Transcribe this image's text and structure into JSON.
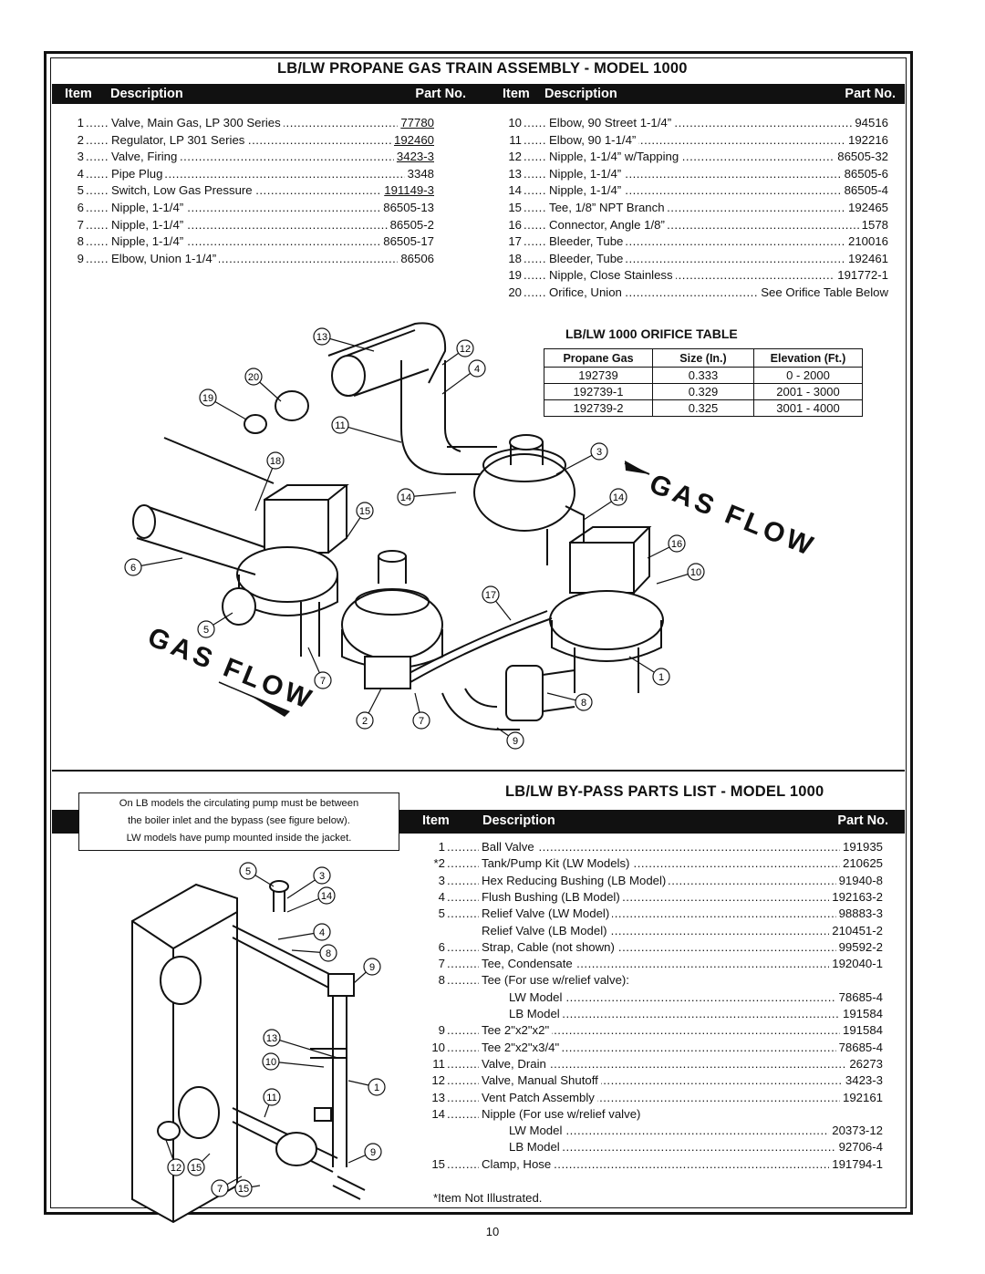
{
  "gas_train": {
    "title": "LB/LW PROPANE GAS TRAIN ASSEMBLY - MODEL 1000",
    "header": {
      "item": "Item",
      "description": "Description",
      "part": "Part No."
    },
    "left_items": [
      {
        "num": "1",
        "desc": "Valve, Main Gas, LP 300 Series",
        "part": "77780",
        "underline": true
      },
      {
        "num": "2",
        "desc": "Regulator, LP 301 Series",
        "part": "192460",
        "underline": true
      },
      {
        "num": "3",
        "desc": "Valve, Firing",
        "part": "3423-3",
        "underline": true
      },
      {
        "num": "4",
        "desc": "Pipe Plug",
        "part": "3348",
        "underline": false
      },
      {
        "num": "5",
        "desc": "Switch, Low Gas Pressure",
        "part": "191149-3",
        "underline": true
      },
      {
        "num": "6",
        "desc": "Nipple, 1-1/4”",
        "part": "86505-13",
        "underline": false
      },
      {
        "num": "7",
        "desc": "Nipple, 1-1/4”",
        "part": "86505-2",
        "underline": false
      },
      {
        "num": "8",
        "desc": "Nipple, 1-1/4”",
        "part": "86505-17",
        "underline": false
      },
      {
        "num": "9",
        "desc": "Elbow, Union 1-1/4”",
        "part": "86506",
        "underline": false
      }
    ],
    "right_items": [
      {
        "num": "10",
        "desc": "Elbow, 90 Street 1-1/4”",
        "part": "94516"
      },
      {
        "num": "11",
        "desc": "Elbow, 90 1-1/4”",
        "part": "192216"
      },
      {
        "num": "12",
        "desc": "Nipple, 1-1/4” w/Tapping",
        "part": "86505-32"
      },
      {
        "num": "13",
        "desc": "Nipple, 1-1/4”",
        "part": "86505-6"
      },
      {
        "num": "14",
        "desc": "Nipple, 1-1/4”",
        "part": "86505-4"
      },
      {
        "num": "15",
        "desc": "Tee, 1/8” NPT Branch",
        "part": "192465"
      },
      {
        "num": "16",
        "desc": "Connector, Angle 1/8”",
        "part": "1578"
      },
      {
        "num": "17",
        "desc": "Bleeder, Tube",
        "part": "210016"
      },
      {
        "num": "18",
        "desc": "Bleeder, Tube",
        "part": "192461"
      },
      {
        "num": "19",
        "desc": "Nipple, Close Stainless",
        "part": "191772-1"
      },
      {
        "num": "20",
        "desc": "Orifice, Union",
        "part": "See Orifice Table Below"
      }
    ]
  },
  "orifice_table": {
    "title": "LB/LW 1000 ORIFICE TABLE",
    "headers": [
      "Propane Gas",
      "Size (In.)",
      "Elevation (Ft.)"
    ],
    "rows": [
      [
        "192739",
        "0.333",
        "0 - 2000"
      ],
      [
        "192739-1",
        "0.329",
        "2001 - 3000"
      ],
      [
        "192739-2",
        "0.325",
        "3001 - 4000"
      ]
    ]
  },
  "gas_flow_label": "GAS FLOW",
  "gas_train_callouts": [
    "1",
    "2",
    "3",
    "4",
    "5",
    "6",
    "7",
    "8",
    "9",
    "10",
    "11",
    "12",
    "13",
    "14",
    "15",
    "16",
    "17",
    "18",
    "19",
    "20"
  ],
  "bypass": {
    "title": "LB/LW BY-PASS PARTS LIST - MODEL 1000",
    "header": {
      "item": "Item",
      "description": "Description",
      "part": "Part No."
    },
    "note": [
      "On LB models the circulating pump must be between",
      "the boiler inlet and the bypass (see figure below).",
      "LW models have pump mounted inside the jacket."
    ],
    "items": [
      {
        "num": "1",
        "desc": "Ball Valve",
        "part": "191935"
      },
      {
        "num": "*2",
        "desc": "Tank/Pump Kit (LW Models)",
        "part": "210625"
      },
      {
        "num": "3",
        "desc": "Hex Reducing Bushing (LB Model)",
        "part": "91940-8"
      },
      {
        "num": "4",
        "desc": "Flush Bushing (LB Model)",
        "part": "192163-2"
      },
      {
        "num": "5",
        "desc": "Relief Valve (LW Model)",
        "part": "98883-3"
      },
      {
        "num": "",
        "desc": "Relief Valve (LB Model)",
        "part": "210451-2"
      },
      {
        "num": "6",
        "desc": "Strap, Cable (not shown)",
        "part": "99592-2"
      },
      {
        "num": "7",
        "desc": "Tee, Condensate",
        "part": "192040-1"
      },
      {
        "num": "8",
        "desc": "Tee (For use w/relief valve):",
        "part": "",
        "nodots": true
      },
      {
        "num": "",
        "desc": "LW Model",
        "part": "78685-4",
        "indent": true
      },
      {
        "num": "",
        "desc": "LB Model",
        "part": "191584",
        "indent": true
      },
      {
        "num": "9",
        "desc": "Tee 2\"x2\"x2\"",
        "part": "191584"
      },
      {
        "num": "10",
        "desc": "Tee 2\"x2\"x3/4\"",
        "part": "78685-4"
      },
      {
        "num": "11",
        "desc": "Valve, Drain",
        "part": "26273"
      },
      {
        "num": "12",
        "desc": "Valve, Manual Shutoff",
        "part": "3423-3"
      },
      {
        "num": "13",
        "desc": "Vent Patch Assembly",
        "part": "192161"
      },
      {
        "num": "14",
        "desc": "Nipple (For use w/relief valve)",
        "part": "",
        "nodots": true
      },
      {
        "num": "",
        "desc": "LW Model",
        "part": "20373-12",
        "indent": true
      },
      {
        "num": "",
        "desc": "LB Model",
        "part": "92706-4",
        "indent": true
      },
      {
        "num": "15",
        "desc": "Clamp, Hose",
        "part": "191794-1"
      }
    ],
    "footnote": "*Item Not Illustrated.",
    "callouts": [
      "5",
      "3",
      "14",
      "4",
      "8",
      "9",
      "13",
      "10",
      "11",
      "1",
      "9",
      "12",
      "15",
      "7",
      "15"
    ]
  },
  "page_number": "10"
}
